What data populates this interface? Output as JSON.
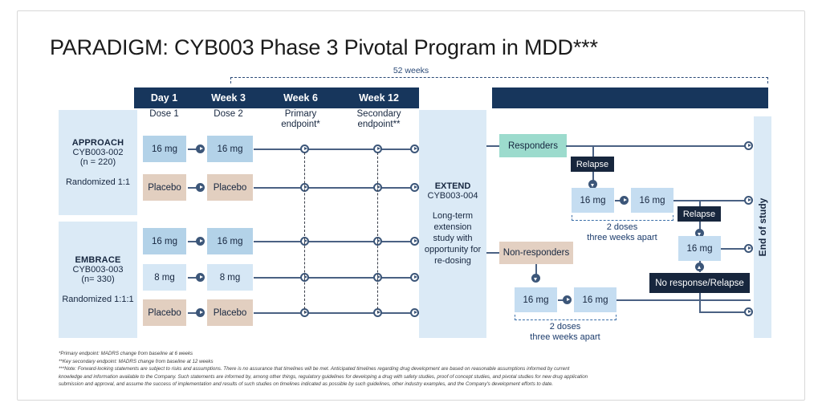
{
  "title": "PARADIGM: CYB003 Phase 3 Pivotal Program in MDD***",
  "timeline": {
    "span_label": "52 weeks"
  },
  "header": {
    "columns": [
      {
        "title": "Day 1",
        "sub": "Dose 1"
      },
      {
        "title": "Week 3",
        "sub": "Dose 2"
      },
      {
        "title": "Week 6",
        "sub": "Primary\nendpoint*"
      },
      {
        "title": "Week 12",
        "sub": "Secondary\nendpoint**"
      }
    ]
  },
  "studies": [
    {
      "name": "APPROACH",
      "code": "CYB003-002",
      "n": "(n = 220)",
      "randomization": "Randomized 1:1",
      "arms": [
        {
          "dose1": "16 mg",
          "dose2": "16 mg",
          "color": "blue"
        },
        {
          "dose1": "Placebo",
          "dose2": "Placebo",
          "color": "tan"
        }
      ]
    },
    {
      "name": "EMBRACE",
      "code": "CYB003-003",
      "n": "(n= 330)",
      "randomization": "Randomized 1:1:1",
      "arms": [
        {
          "dose1": "16 mg",
          "dose2": "16 mg",
          "color": "blue"
        },
        {
          "dose1": "8 mg",
          "dose2": "8 mg",
          "color": "lblue"
        },
        {
          "dose1": "Placebo",
          "dose2": "Placebo",
          "color": "tan"
        }
      ]
    }
  ],
  "extend": {
    "name": "EXTEND",
    "code": "CYB003-004",
    "description": "Long-term extension study with opportunity for re-dosing"
  },
  "extension_flow": {
    "responders_label": "Responders",
    "non_responders_label": "Non-responders",
    "relapse_label_1": "Relapse",
    "relapse_label_2": "Relapse",
    "no_response_label": "No response/Relapse",
    "redose_r1": "16 mg",
    "redose_r2": "16 mg",
    "redose_n1": "16 mg",
    "redose_n2": "16 mg",
    "redose_final": "16 mg",
    "bracket_caption_1": "2 doses\nthree weeks apart",
    "bracket_caption_2": "2 doses\nthree weeks apart",
    "end_of_study": "End of study"
  },
  "footnotes": {
    "line1": "*Primary endpoint: MADRS change from baseline at 6 weeks",
    "line2": "**Key secondary endpoint: MADRS change from baseline at 12 weeks",
    "line3": "***Note: Forward-looking statements are subject to risks and assumptions. There is no assurance that timelines will be met. Anticipated timelines regarding drug development are based on reasonable assumptions informed by current",
    "line4": "knowledge and information available to the Company. Such statements are informed by, among other things, regulatory guidelines for developing a drug with safety studies, proof of concept studies, and pivotal studies for new drug application",
    "line5": "submission and approval, and assume the success of implementation and results of such studies on timelines indicated as possible by such guidelines, other industry examples, and the Company's development efforts to date."
  },
  "colors": {
    "navy": "#17365c",
    "dark_navy": "#17263d",
    "blue": "#b3d2e8",
    "light_blue": "#d6e7f5",
    "panel_blue": "#dbeaf6",
    "tan": "#e2cfc0",
    "mint": "#9cdbcd",
    "line": "#4a6183"
  }
}
